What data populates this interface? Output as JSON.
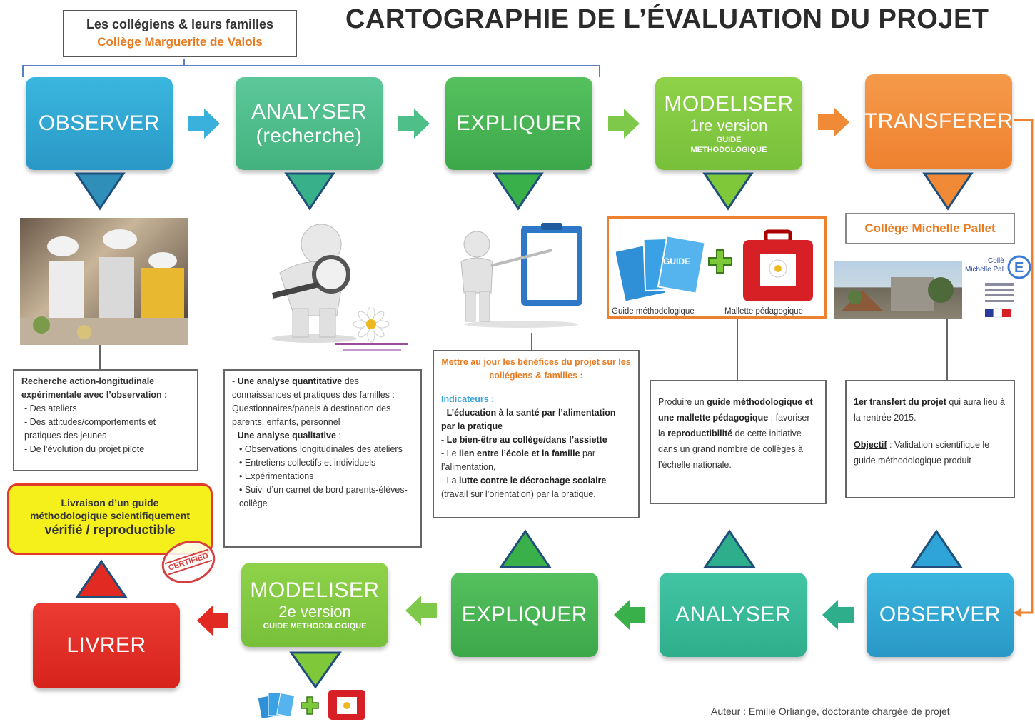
{
  "title": "CARTOGRAPHIE DE L’ÉVALUATION DU PROJET",
  "top_note": {
    "line1": "Les collégiens & leurs familles",
    "line2": "Collège Marguerite de Valois"
  },
  "top_row": [
    {
      "label": "OBSERVER"
    },
    {
      "label": "ANALYSER",
      "sub": "(recherche)"
    },
    {
      "label": "EXPLIQUER"
    },
    {
      "label": "MODELISER",
      "sub": "1re version",
      "tiny1": "GUIDE",
      "tiny2": "METHODOLOGIQUE"
    },
    {
      "label": "TRANSFERER"
    }
  ],
  "bottom_row": [
    {
      "label": "LIVRER"
    },
    {
      "label": "MODELISER",
      "sub": "2e version",
      "tiny": "GUIDE METHODOLOGIQUE"
    },
    {
      "label": "EXPLIQUER"
    },
    {
      "label": "ANALYSER"
    },
    {
      "label": "OBSERVER"
    }
  ],
  "box_observer": {
    "heading": "Recherche action-longitudinale expérimentale avec l’observation :",
    "items": [
      "Des ateliers",
      "Des attitudes/comportements et pratiques des jeunes",
      "De l’évolution du projet pilote"
    ]
  },
  "box_analyser": {
    "quant_bold": "Une analyse quantitative",
    "quant_rest": " des connaissances et pratiques des familles : Questionnaires/panels à destination des parents, enfants, personnel",
    "qual_bold": "Une analyse qualitative",
    "qual_rest": " :",
    "qual_items": [
      "Observations longitudinales des ateliers",
      "Entretiens collectifs et individuels",
      "Expérimentations",
      "Suivi d’un carnet de bord parents-élèves-collège"
    ]
  },
  "box_expliquer": {
    "heading": "Mettre au jour les bénéfices du projet sur les collégiens & familles :",
    "indicateurs": "Indicateurs :",
    "item1_bold": "L’éducation à la santé par l’alimentation par la pratique",
    "item2_bold": "Le bien-être au collège/dans l’assiette",
    "item3_pre": "Le ",
    "item3_bold": "lien entre l’école et la famille",
    "item3_post": " par l’alimentation,",
    "item4_pre": "La ",
    "item4_bold": "lutte contre le décrochage scolaire",
    "item4_post": " (travail sur l’orientation) par la pratique."
  },
  "box_modeliser": {
    "t1": "Produire un ",
    "b1": "guide méthodologique et une mallette pédagogique",
    "t2": " : favoriser la ",
    "b2": "reproductibilité",
    "t3": " de cette initiative dans un grand nombre de collèges à l’échelle nationale."
  },
  "box_transferer": {
    "b1": "1er transfert du projet",
    "t1": " qui aura lieu à la rentrée 2015.",
    "objectif": "Objectif",
    "t2": " : Validation scientifique le guide méthodologique produit"
  },
  "guide_labels": {
    "guide": "Guide méthodologique",
    "mallette": "Mallette pédagogique",
    "guide_word": "GUIDE"
  },
  "college_pallet": "Collège Michelle Pallet",
  "livraison": {
    "line1": "Livraison d’un guide",
    "line2": "méthodologique scientifiquement",
    "line3": "vérifié / reproductible"
  },
  "stamp": "CERTIFIED",
  "author": "Auteur : Emilie Orliange, doctorante chargée de projet",
  "colors": {
    "blue": "#2fa8d8",
    "orange": "#ee8130",
    "red": "#d6241d",
    "yellow": "#f5ef1c"
  }
}
